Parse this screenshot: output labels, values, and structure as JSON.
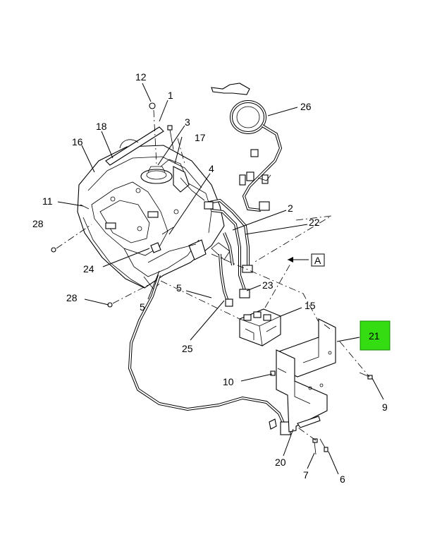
{
  "diagram": {
    "callouts": {
      "c1": "1",
      "c2": "2",
      "c3": "3",
      "c4": "4",
      "c5a": "5",
      "c5b": "5",
      "c6": "6",
      "c7": "7",
      "c9": "9",
      "c10": "10",
      "c11": "11",
      "c12": "12",
      "c15": "15",
      "c16": "16",
      "c17": "17",
      "c18": "18",
      "c20": "20",
      "c21": "21",
      "c22": "22",
      "c23": "23",
      "c24": "24",
      "c25": "25",
      "c26": "26",
      "c28a": "28",
      "c28b": "28"
    },
    "view_marker": "A",
    "highlight_color": "#33dd11"
  }
}
